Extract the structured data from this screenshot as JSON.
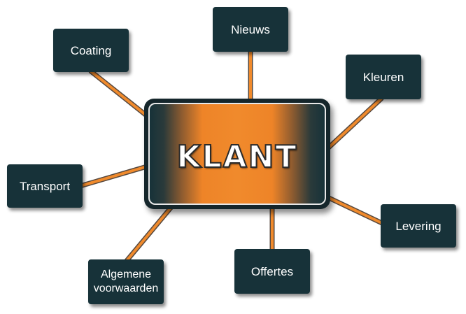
{
  "diagram": {
    "center": {
      "label": "KLANT"
    },
    "nodes": [
      {
        "id": "coating",
        "label": "Coating"
      },
      {
        "id": "nieuws",
        "label": "Nieuws"
      },
      {
        "id": "kleuren",
        "label": "Kleuren"
      },
      {
        "id": "transport",
        "label": "Transport"
      },
      {
        "id": "levering",
        "label": "Levering"
      },
      {
        "id": "algemene",
        "label_line1": "Algemene",
        "label_line2": "voorwaarden"
      },
      {
        "id": "offertes",
        "label": "Offertes"
      }
    ],
    "colors": {
      "node_fill": "#173239",
      "connector": "#f08a2c",
      "center_accent": "#f08a2c",
      "text": "#ffffff"
    }
  }
}
